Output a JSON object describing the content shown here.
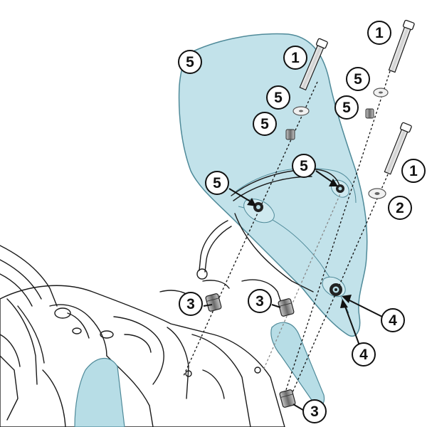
{
  "colors": {
    "screen_fill": "#b7dde6",
    "screen_stroke": "#4f8a99",
    "outline": "#1a1a1a",
    "hardware_light": "#eeeeee",
    "hardware_dark": "#555555"
  },
  "parts": {
    "screw": "1",
    "washer_large": "2",
    "spacer": "3",
    "rubber_grommet": "4",
    "washer_small": "5"
  }
}
